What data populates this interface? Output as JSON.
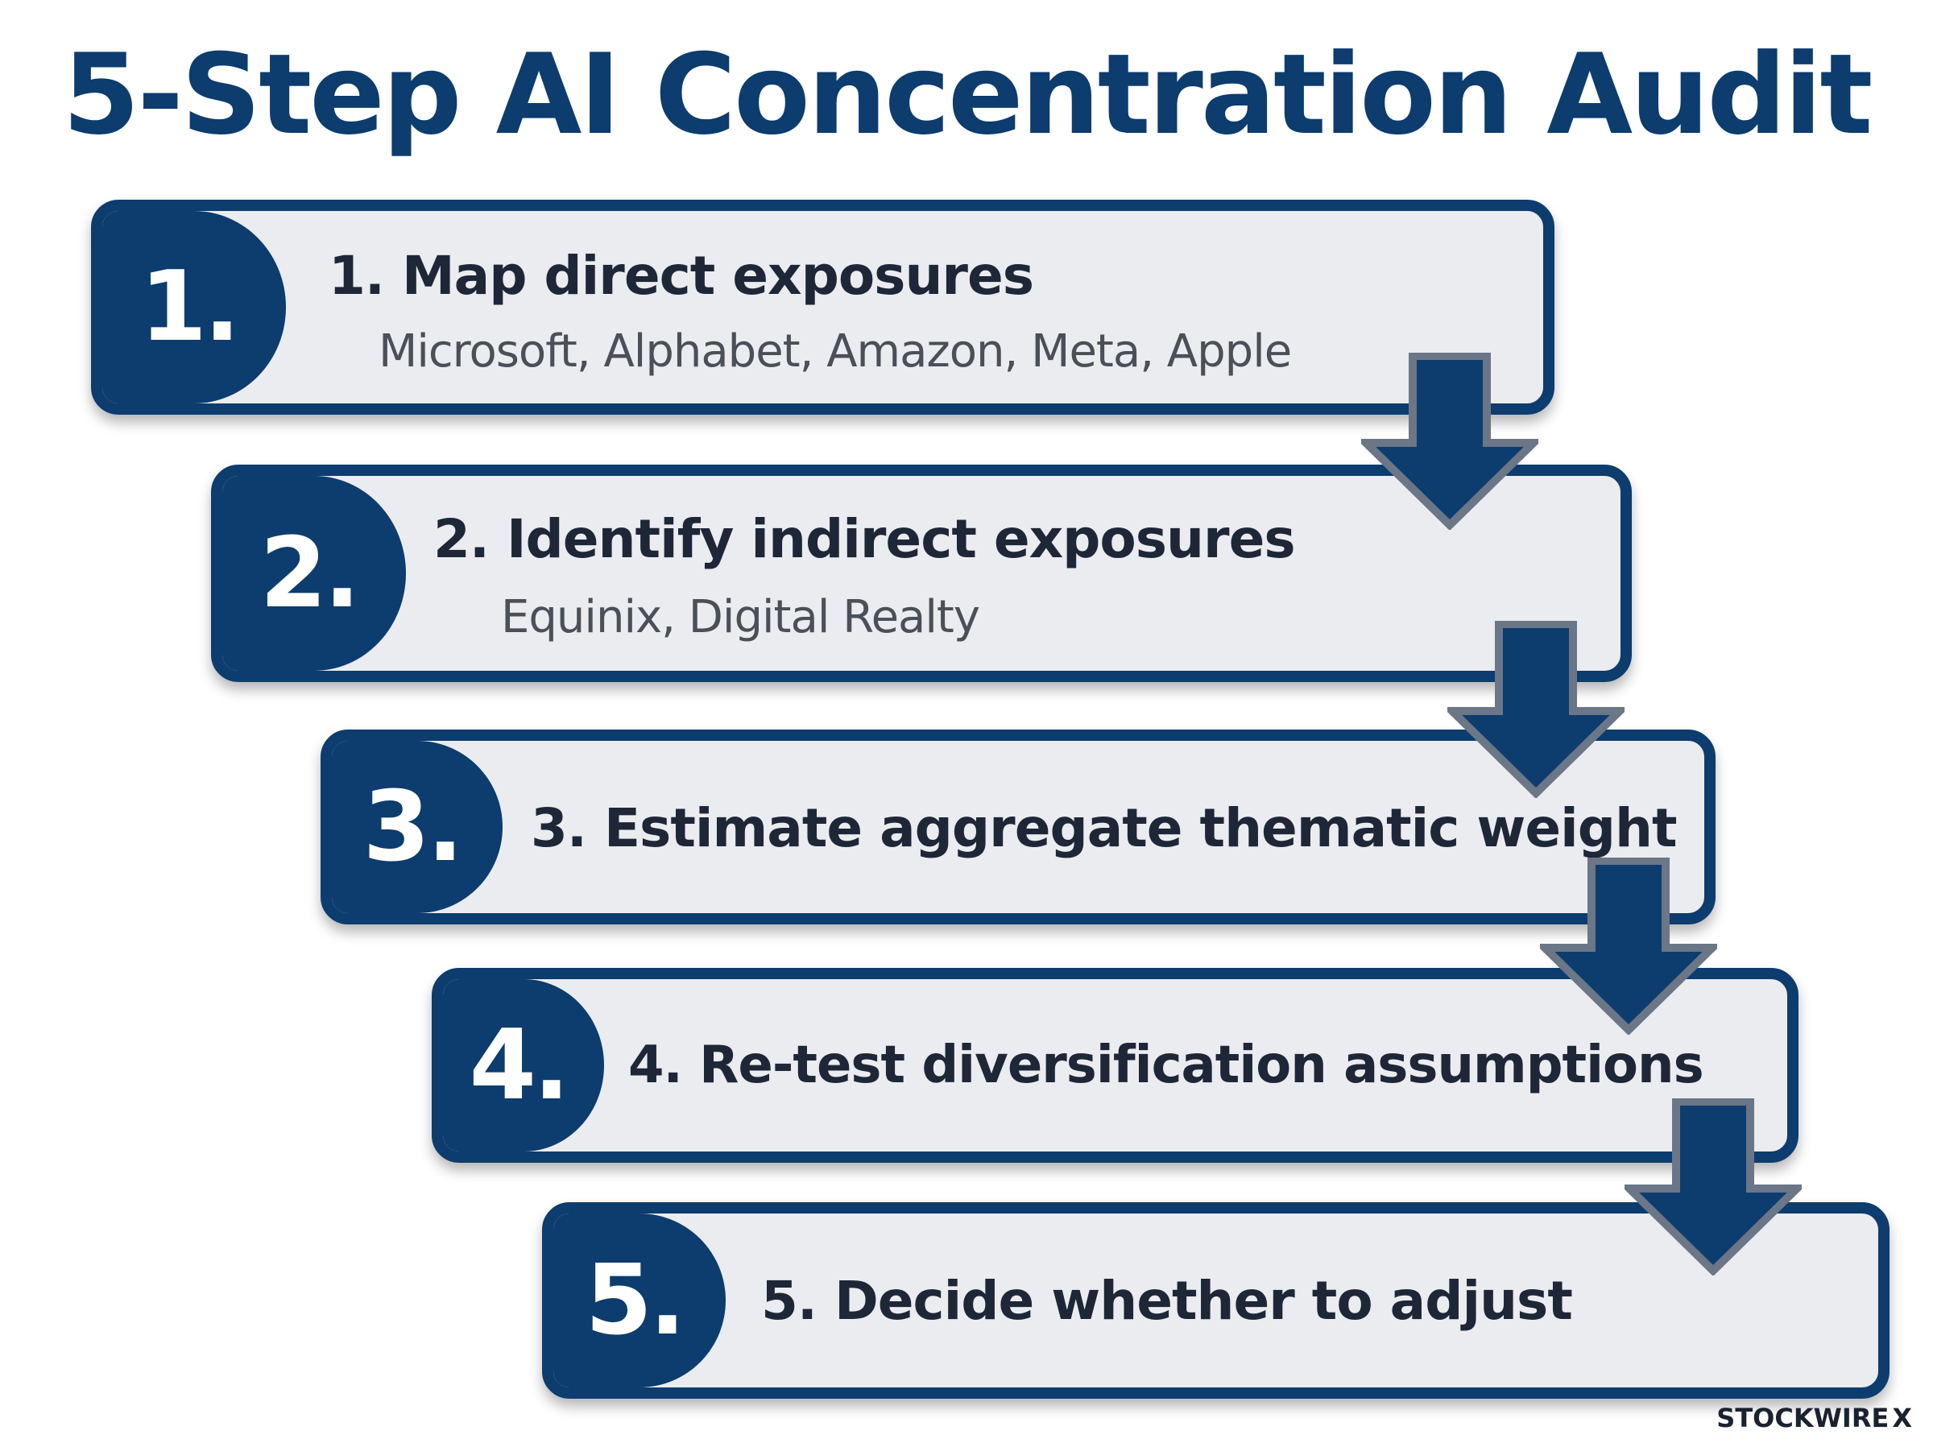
{
  "title": "5-Step AI Concentration Audit",
  "steps": [
    {
      "number": "1.",
      "title": "1. Map direct exposures",
      "subtitle": "Microsoft, Alphabet, Amazon, Meta, Apple"
    },
    {
      "number": "2.",
      "title": "2. Identify indirect exposures",
      "subtitle": "Equinix, Digital Realty"
    },
    {
      "number": "3.",
      "title": "3. Estimate aggregate thematic weight",
      "subtitle": ""
    },
    {
      "number": "4.",
      "title": "4. Re-test diversification assumptions",
      "subtitle": ""
    },
    {
      "number": "5.",
      "title": "5. Decide whether to adjust",
      "subtitle": ""
    }
  ],
  "brand": {
    "name": "STOCKWIRE",
    "mark": "X"
  },
  "colors": {
    "navy": "#0d3c6e",
    "card": "#ebecef",
    "arrow_outline": "#6b7687",
    "text_dark": "#1e2738",
    "text_muted": "#4a4f58"
  }
}
